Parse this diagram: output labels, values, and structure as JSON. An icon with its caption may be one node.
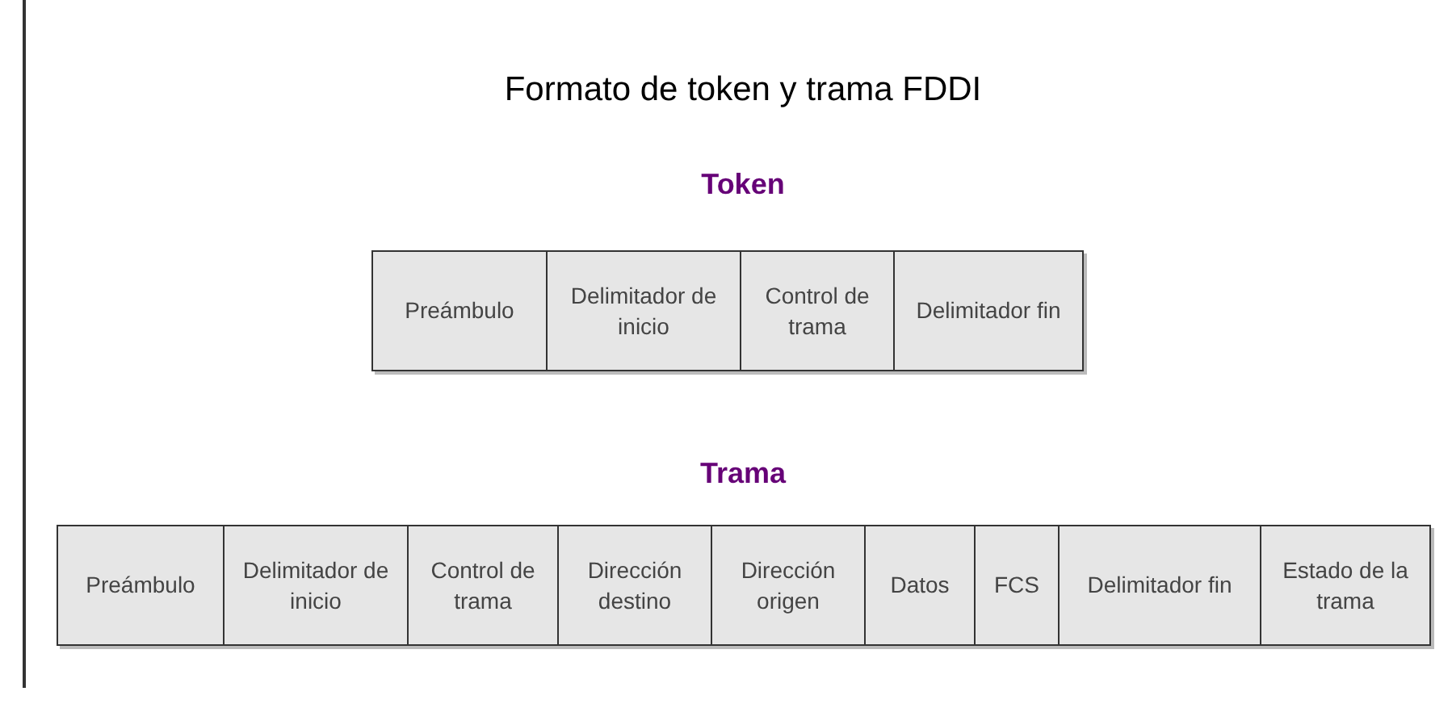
{
  "diagram": {
    "title": "Formato de token y trama FDDI",
    "nodes": [
      {
        "text": [
          "Preámbulo"
        ]
      },
      {
        "text": [
          "Delimitador de inicio"
        ]
      },
      {
        "text": [
          "Control de trama"
        ]
      },
      {
        "text": [
          "Delimitador fin"
        ]
      },
      {
        "text": [
          "Preámbulo"
        ]
      },
      {
        "text": [
          "Delimitador de inicio"
        ]
      },
      {
        "text": [
          "Control de trama"
        ]
      },
      {
        "text": [
          "Dirección destino"
        ]
      },
      {
        "text": [
          "Dirección origen"
        ]
      },
      {
        "text": [
          "Datos"
        ]
      },
      {
        "text": [
          "FCS"
        ]
      },
      {
        "text": [
          "Delimitador fin"
        ]
      },
      {
        "text": [
          "Estado de la trama"
        ]
      }
    ],
    "labels": [
      "Token",
      "Trama"
    ]
  }
}
